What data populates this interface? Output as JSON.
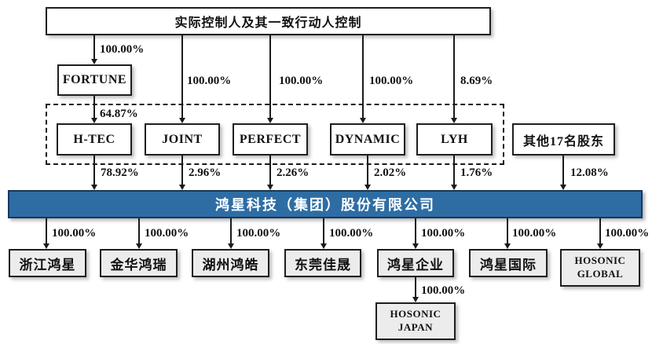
{
  "colors": {
    "company_bar_fill": "#2e6da4",
    "company_bar_border": "#17375e",
    "box_border": "#1f1f1f",
    "subsidiary_box_fill": "#ececec",
    "connector_line": "#1a1a1a"
  },
  "nodes": {
    "controller": "实际控制人及其一致行动人控制",
    "fortune": "FORTUNE",
    "htec": "H-TEC",
    "joint": "JOINT",
    "perfect": "PERFECT",
    "dynamic": "DYNAMIC",
    "lyh": "LYH",
    "other_shareholders": "其他17名股东",
    "company": "鸿星科技（集团）股份有限公司",
    "zhejiang": "浙江鸿星",
    "jinhua": "金华鸿瑞",
    "huzhou": "湖州鸿皓",
    "dongguan": "东莞佳晟",
    "enterprise": "鸿星企业",
    "international": "鸿星国际",
    "hosonic_global": "HOSONIC GLOBAL",
    "hosonic_japan": "HOSONIC JAPAN"
  },
  "ownership_labels": {
    "controller_to_fortune": "100.00%",
    "controller_to_joint": "100.00%",
    "controller_to_perfect": "100.00%",
    "controller_to_dynamic": "100.00%",
    "controller_to_lyh": "8.69%",
    "fortune_to_htec": "64.87%",
    "htec_to_company": "78.92%",
    "joint_to_company": "2.96%",
    "perfect_to_company": "2.26%",
    "dynamic_to_company": "2.02%",
    "lyh_to_company": "1.76%",
    "other_to_company": "12.08%",
    "company_to_zhejiang": "100.00%",
    "company_to_jinhua": "100.00%",
    "company_to_huzhou": "100.00%",
    "company_to_dongguan": "100.00%",
    "company_to_enterprise": "100.00%",
    "company_to_international": "100.00%",
    "company_to_global": "100.00%",
    "enterprise_to_japan": "100.00%"
  }
}
